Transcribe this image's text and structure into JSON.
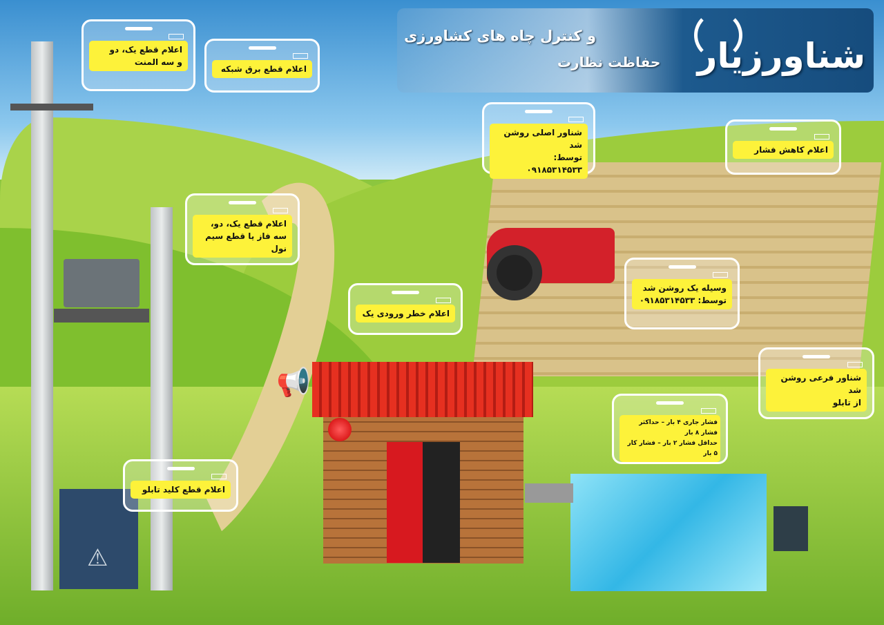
{
  "header": {
    "logo": "شناورزیار",
    "line1": "و کنترل چاه های کشاورزی",
    "line2": "حفاظت نظارت"
  },
  "bubbles": [
    {
      "lines": [
        "اعلام قطع یک، دو",
        "و سه المنت"
      ]
    },
    {
      "lines": [
        "اعلام قطع برق شبکه"
      ]
    },
    {
      "lines": [
        "اعلام قطع یک، دو،",
        "سه فاز یا قطع سیم نول"
      ]
    },
    {
      "lines": [
        "شناور اصلی روشن شد",
        "توسط: ۰۹۱۸۵۳۱۴۵۳۳"
      ]
    },
    {
      "lines": [
        "اعلام کاهش فشار"
      ]
    },
    {
      "lines": [
        "وسیله یک روشن شد",
        "توسط: ۰۹۱۸۵۳۱۴۵۳۳"
      ]
    },
    {
      "lines": [
        "اعلام خطر ورودی یک"
      ]
    },
    {
      "lines": [
        "شناور فرعی روشن شد",
        "از تابلو"
      ]
    },
    {
      "lines": [
        "فشار جاری ۴ بار – حداکثر فشار ۸ بار",
        "حداقل فشار ۲ بار – فشار کار ۵ بار"
      ]
    },
    {
      "lines": [
        "اعلام قطع کلید تابلو"
      ]
    }
  ],
  "colors": {
    "bubble_fill": "#fdf23a",
    "roof": "#e0261c",
    "door": "#d7191f",
    "sky": "#3a8fd0",
    "grass": "#8cc63f"
  }
}
